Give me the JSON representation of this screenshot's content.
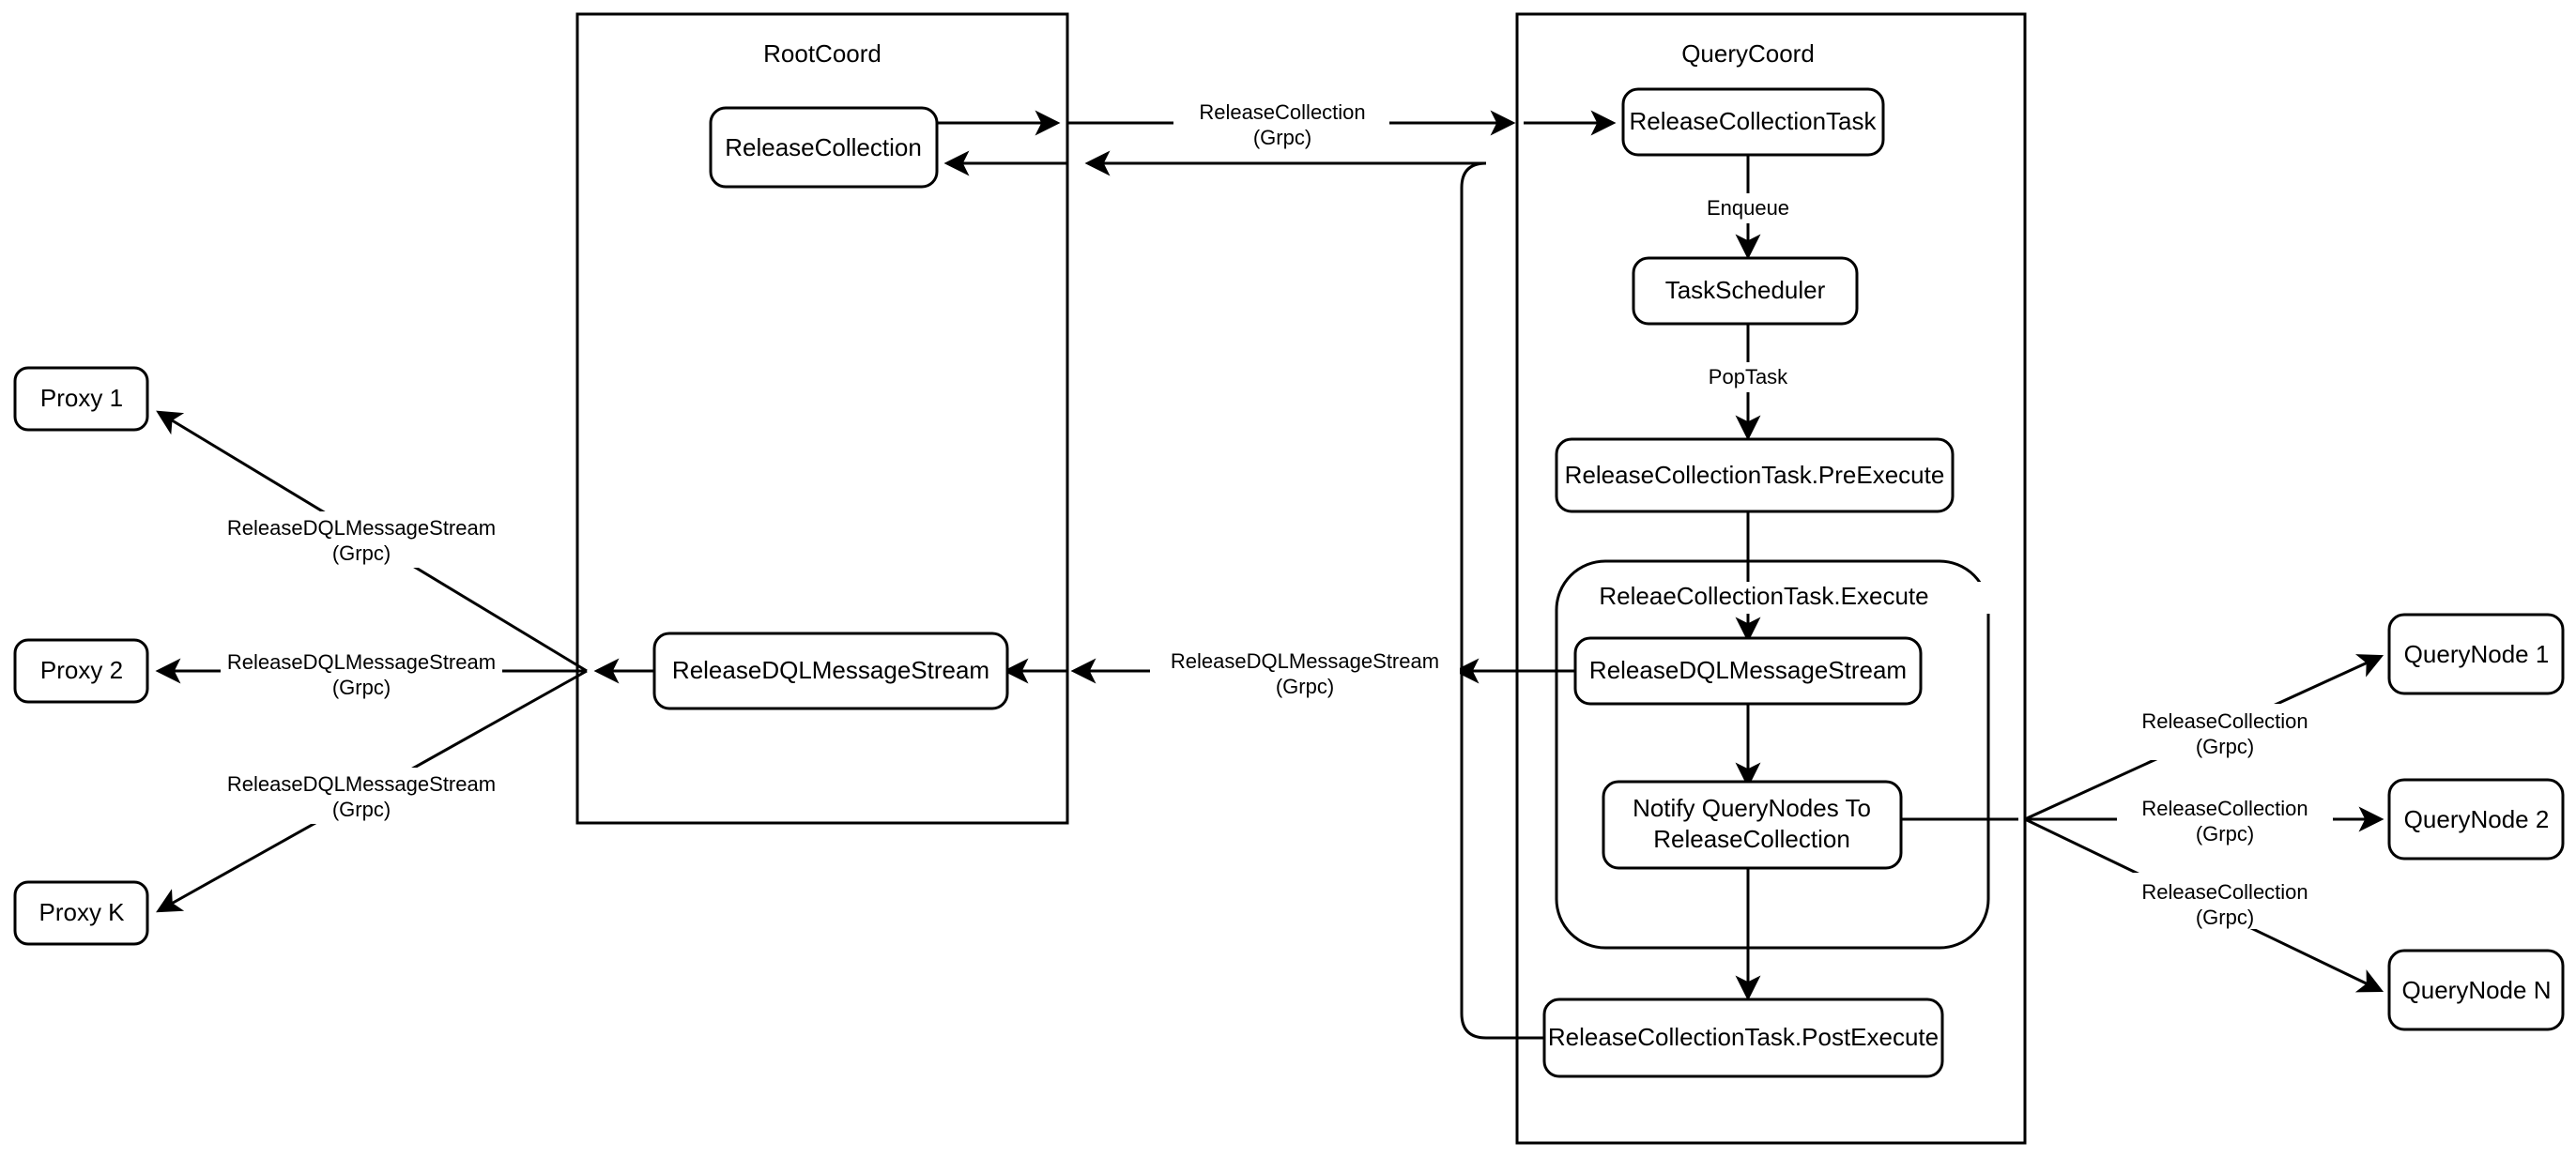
{
  "diagram": {
    "title_hidden": "",
    "groups": [
      {
        "id": "rootcoord",
        "title": "RootCoord"
      },
      {
        "id": "querycoord",
        "title": "QueryCoord"
      },
      {
        "id": "execute",
        "title": "ReleaeCollectionTask.Execute"
      }
    ],
    "nodes": {
      "proxy1": "Proxy 1",
      "proxy2": "Proxy 2",
      "proxyk": "Proxy K",
      "rc_release_collection": "ReleaseCollection",
      "rc_release_dql": "ReleaseDQLMessageStream",
      "qc_release_collection_task": "ReleaseCollectionTask",
      "qc_task_scheduler": "TaskScheduler",
      "qc_pre_execute": "ReleaseCollectionTask.PreExecute",
      "qc_release_dql": "ReleaseDQLMessageStream",
      "qc_notify": "Notify QueryNodes To ReleaseCollection",
      "qc_notify_line1": "Notify QueryNodes To",
      "qc_notify_line2": "ReleaseCollection",
      "qc_post_execute": "ReleaseCollectionTask.PostExecute",
      "querynode1": "QueryNode 1",
      "querynode2": "QueryNode 2",
      "querynoden": "QueryNode N"
    },
    "edge_labels": {
      "release_collection_grpc_l1": "ReleaseCollection",
      "release_collection_grpc_l2": "(Grpc)",
      "enqueue": "Enqueue",
      "poptask": "PopTask",
      "release_dql_grpc_l1": "ReleaseDQLMessageStream",
      "release_dql_grpc_l2": "(Grpc)",
      "proxy1_l1": "ReleaseDQLMessageStream",
      "proxy1_l2": "(Grpc)",
      "proxy2_l1": "ReleaseDQLMessageStream",
      "proxy2_l2": "(Grpc)",
      "proxyk_l1": "ReleaseDQLMessageStream",
      "proxyk_l2": "(Grpc)",
      "qn1_l1": "ReleaseCollection",
      "qn1_l2": "(Grpc)",
      "qn2_l1": "ReleaseCollection",
      "qn2_l2": "(Grpc)",
      "qnn_l1": "ReleaseCollection",
      "qnn_l2": "(Grpc)"
    },
    "colors": {
      "stroke": "#000000",
      "background": "#ffffff",
      "text": "#000000"
    }
  }
}
